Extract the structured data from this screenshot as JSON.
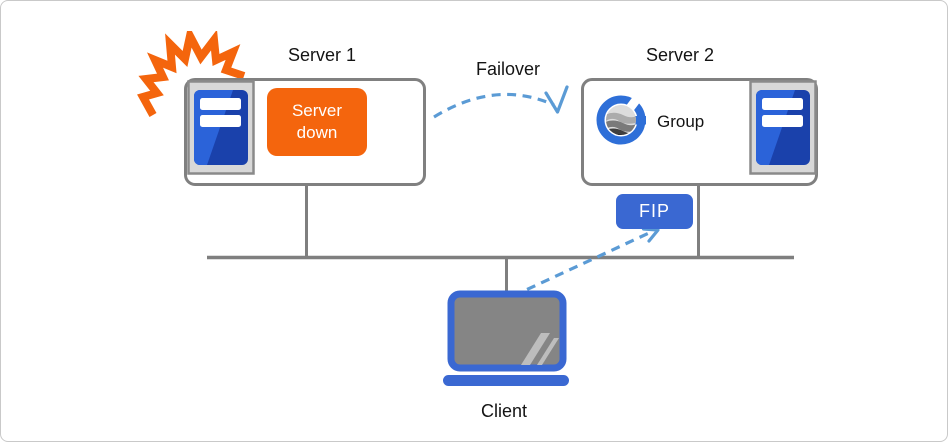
{
  "palette": {
    "orange": "#F4650D",
    "blue-accent": "#3A68D2",
    "dash-blue": "#5B9BD5",
    "line-gray": "#7F7F7F",
    "box-border": "#808080",
    "icon-frame": "#D8D8D8",
    "icon-frame-border": "#8A8A8A",
    "server-blue-dark": "#1A41AB",
    "server-blue-light": "#2B63D9",
    "logo-blue": "#2E6FD8",
    "screen-gray": "#858585",
    "screen-shine": "#BDBDBD",
    "text": "#141414",
    "frame-border": "#C9C9C9"
  },
  "nodes": {
    "server1": {
      "label": "Server 1"
    },
    "server2": {
      "label": "Server 2",
      "group_label": "Group"
    },
    "client": {
      "label": "Client"
    }
  },
  "badges": {
    "server_down": {
      "line1": "Server",
      "line2": "down"
    },
    "fip": {
      "label": "FIP"
    }
  },
  "arrows": {
    "failover": {
      "label": "Failover"
    }
  },
  "icons": {
    "crash": "crash-burst-icon",
    "server": "server-icon",
    "group_logo": "cluster-group-logo-icon",
    "client": "laptop-icon"
  }
}
